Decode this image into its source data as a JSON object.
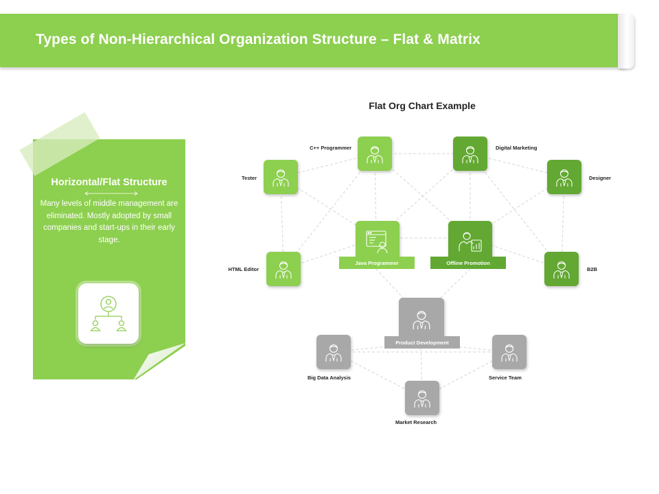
{
  "header": {
    "title": "Types of Non-Hierarchical Organization Structure – Flat & Matrix"
  },
  "card": {
    "title": "Horizontal/Flat Structure",
    "text": "Many levels of middle management are eliminated. Mostly adopted by small companies and start-ups in their early stage.",
    "icon": "team-structure-icon"
  },
  "diagram": {
    "title": "Flat Org Chart Example",
    "nodes": {
      "cpp_programmer": "C++ Programmer",
      "digital_marketing": "Digital Marketing",
      "tester": "Tester",
      "designer": "Designer",
      "java_programmer": "Java Programmer",
      "offline_promotion": "Offline Promotion",
      "html_editor": "HTML Editor",
      "b2b": "B2B",
      "product_development": "Product Development",
      "big_data_analysis": "Big Data Analysis",
      "service_team": "Service Team",
      "market_research": "Market Research"
    },
    "colors": {
      "green_light": "#8dcf4f",
      "green_dark": "#62a832",
      "gray": "#a8a8a8",
      "connector": "#d3d3d3"
    }
  }
}
